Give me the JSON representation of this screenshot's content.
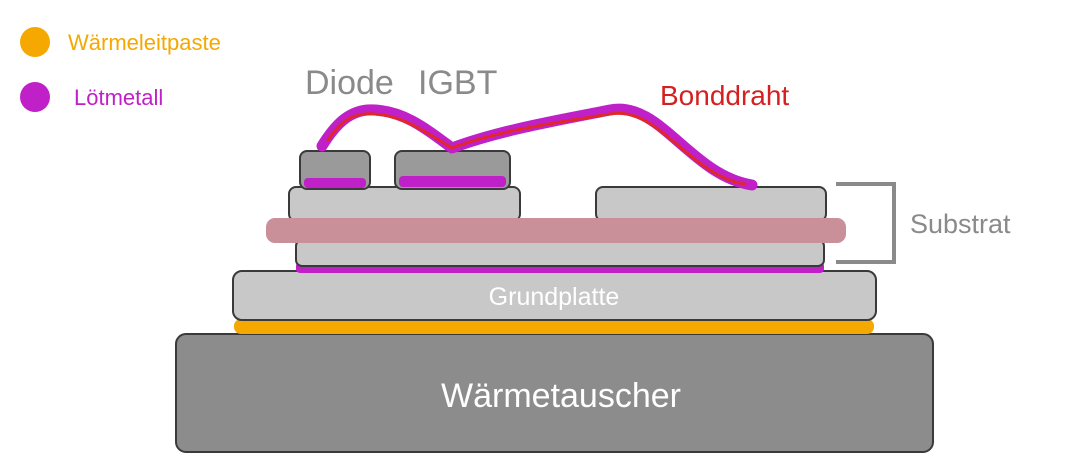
{
  "legend": [
    {
      "label": "Wärmeleitpaste",
      "color": "#F5A800",
      "icon": "orange-dot"
    },
    {
      "label": "Lötmetall",
      "color": "#C020C8",
      "icon": "purple-dot"
    }
  ],
  "labels": {
    "diode": "Diode",
    "igbt": "IGBT",
    "bonddraht": "Bonddraht",
    "substrat": "Substrat",
    "grundplatte": "Grundplatte",
    "waermetauscher": "Wärmetauscher"
  },
  "colors": {
    "chip": "#9a9a9a",
    "layer": "#c8c8c8",
    "ceramic": "#c9909a",
    "heatsink": "#8c8c8c",
    "bond_outer": "#C020C8",
    "bond_inner": "#E02828",
    "bonddraht_text": "#D42020",
    "label_gray": "#8a8a8a",
    "legend_text_orange": "#F5A800",
    "legend_text_purple": "#C020C8"
  }
}
